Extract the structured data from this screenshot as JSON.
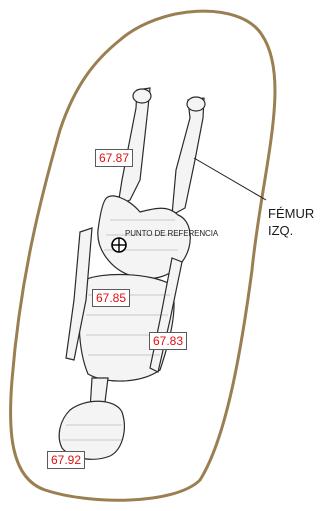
{
  "outline_color": "#9a7f52",
  "elevation_label_color": "#e01010",
  "labels": {
    "femur_line1": "FÉMUR",
    "femur_line2": "IZQ.",
    "reference_point": "PUNTO DE REFERENCIA"
  },
  "elevations": [
    "67.87",
    "67.85",
    "67.83",
    "67.92"
  ],
  "icons": {
    "reference_marker": "crosshair-circle-icon"
  }
}
